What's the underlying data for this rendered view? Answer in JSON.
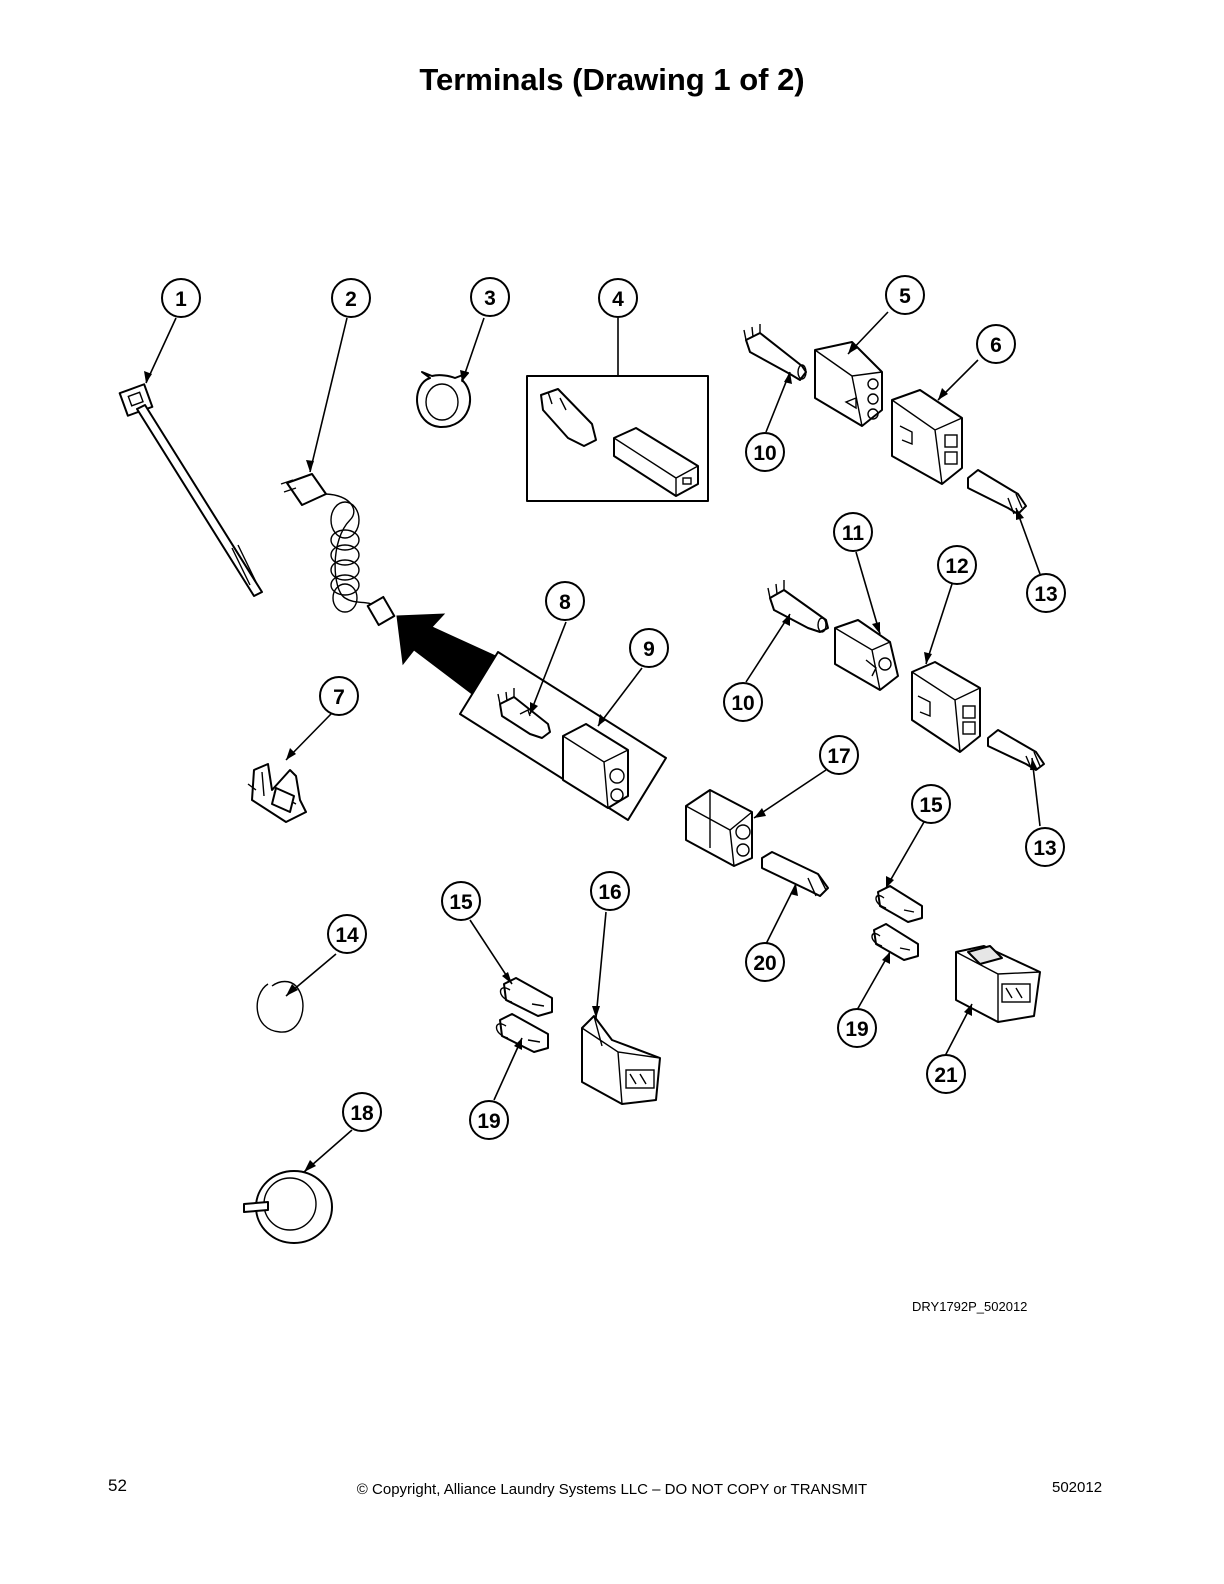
{
  "page": {
    "title": "Terminals (Drawing 1 of 2)",
    "drawing_id": "DRY1792P_502012",
    "page_number": "52",
    "copyright": "© Copyright, Alliance Laundry Systems LLC – DO NOT COPY or TRANSMIT",
    "doc_number": "502012"
  },
  "callouts": [
    "1",
    "2",
    "3",
    "4",
    "5",
    "6",
    "7",
    "8",
    "9",
    "10",
    "11",
    "12",
    "13",
    "14",
    "15",
    "16",
    "17",
    "18",
    "19",
    "20",
    "21"
  ]
}
